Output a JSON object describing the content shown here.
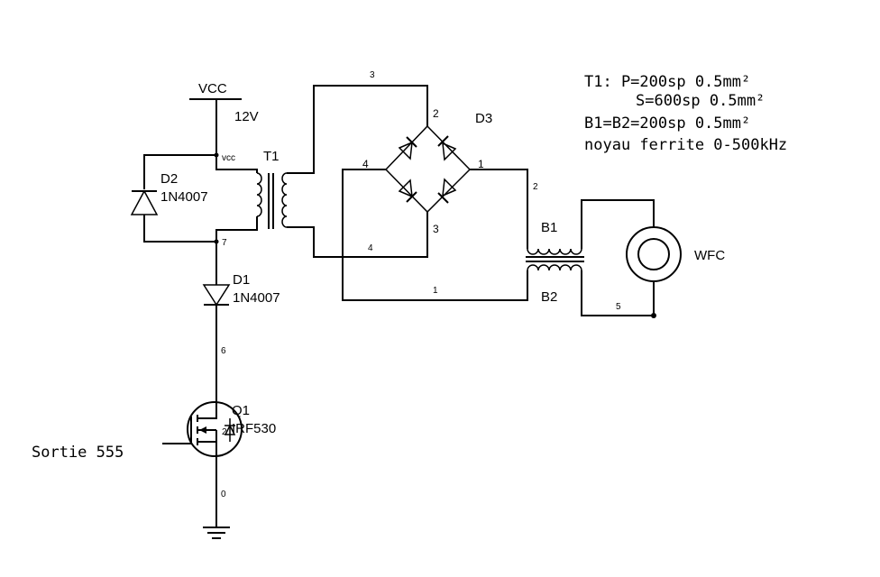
{
  "supply": {
    "label": "VCC",
    "voltage": "12V",
    "node_label": "vcc"
  },
  "components": {
    "t1": {
      "label": "T1"
    },
    "d1": {
      "label": "D1",
      "part": "1N4007"
    },
    "d2": {
      "label": "D2",
      "part": "1N4007"
    },
    "d3": {
      "label": "D3"
    },
    "q1": {
      "label": "Q1",
      "part": "IRF530"
    },
    "b1": {
      "label": "B1"
    },
    "b2": {
      "label": "B2"
    },
    "wfc": {
      "label": "WFC"
    }
  },
  "input_label": "Sortie 555",
  "nets": {
    "n0": "0",
    "n1a": "1",
    "n1b": "1",
    "n2a": "2",
    "n2b": "2",
    "n3a": "3",
    "n3b": "3",
    "n4a": "4",
    "n4b": "4",
    "n5": "5",
    "n6": "6",
    "n7": "7",
    "n2q": "2"
  },
  "notes": [
    "T1: P=200sp 0.5mm²",
    "S=600sp 0.5mm²",
    "B1=B2=200sp 0.5mm²",
    "noyau ferrite 0-500kHz"
  ]
}
